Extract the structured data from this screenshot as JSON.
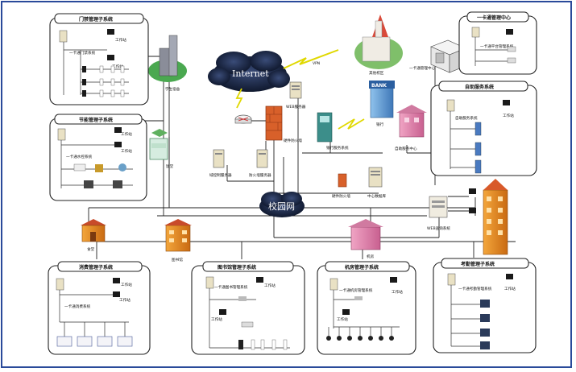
{
  "subsystems": {
    "access": {
      "title": "门禁管理子系统",
      "server": "一卡通门禁系统",
      "workstation": "工作站"
    },
    "yikatong_center": {
      "title": "一卡通管理中心",
      "server": "一卡通平台管理系统"
    },
    "self_service": {
      "title": "自助服务系统",
      "server": "自助服务系统",
      "workstation": "工作站"
    },
    "energy": {
      "title": "节能管理子系统",
      "server": "一卡通水控系统",
      "workstation": "工作站"
    },
    "consume": {
      "title": "消费管理子系统",
      "server": "一卡通消费系统",
      "workstation": "工作站"
    },
    "library": {
      "title": "图书馆管理子系统",
      "server": "一卡通图书管理系统",
      "workstation1": "工作站",
      "workstation2": "工作站"
    },
    "machine_room": {
      "title": "机房管理子系统",
      "server": "一卡通机房管理系统",
      "workstation1": "工作站",
      "workstation2": "工作站"
    },
    "attendance": {
      "title": "考勤管理子系统",
      "server": "一卡通考勤管理系统",
      "workstation": "工作站"
    }
  },
  "network": {
    "internet": "Internet",
    "campus_net": "校园网",
    "vpn": "VPN"
  },
  "nodes": {
    "other_campus": "其他校区",
    "yikatong_center_node": "一卡通管理中心",
    "student_dorm": "学生宿舍",
    "canteen": "饭堂",
    "web_server": "WEB服务器",
    "firewall": "硬件防火墙",
    "domain_server": "域控制服务器",
    "firewall_server": "防火墙服务器",
    "bank_atm": "银行服务系统",
    "bank": "银行",
    "bank_sign": "BANK",
    "self_service_center": "自助服务中心",
    "hw_firewall2": "硬件防火墙",
    "data_center": "中心数据库",
    "web_query": "WEB查询系统",
    "dining": "食堂",
    "library_building": "图书馆",
    "machine_room_building": "机房"
  }
}
